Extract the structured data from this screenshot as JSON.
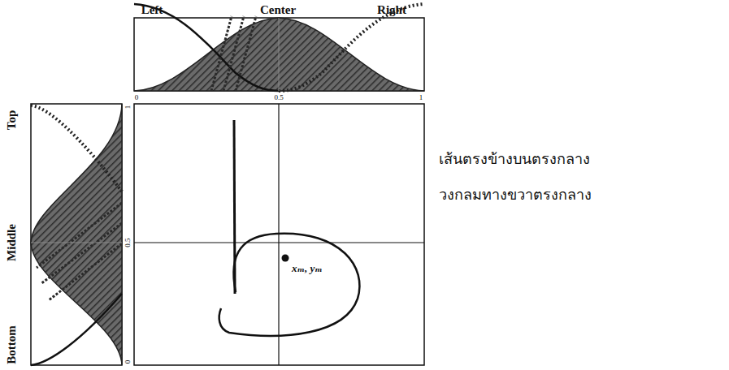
{
  "diagram": {
    "labels": [
      "Left",
      "Center",
      "Right",
      "0",
      "0.5",
      "1",
      "Top",
      "Middle",
      "Bottom",
      "0",
      "0.5",
      "1",
      "xₘ, yₘ",
      "เส้นตรงข้างบนตรงกลาง",
      "วงกลมทางขวาตรงกลาง"
    ]
  }
}
